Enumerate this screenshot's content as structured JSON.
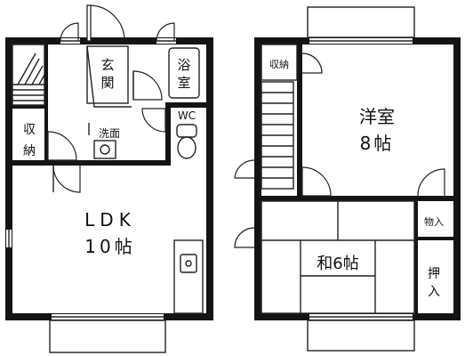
{
  "floorplan": {
    "rooms": {
      "ldk": {
        "name": "LDK",
        "size": "10帖"
      },
      "entrance": {
        "name": "玄関"
      },
      "bath": {
        "name": "浴室"
      },
      "storage1": {
        "name": "収納"
      },
      "washroom": {
        "name": "洗面"
      },
      "wc": {
        "name": "WC"
      },
      "storage2": {
        "name": "収納"
      },
      "western": {
        "name": "洋室",
        "size": "8帖"
      },
      "japanese": {
        "name": "和6帖"
      },
      "closet": {
        "name": "物入"
      },
      "oshiire": {
        "name": "押入"
      }
    },
    "colors": {
      "wall": "#141414",
      "line": "#222222",
      "background": "#ffffff"
    }
  }
}
